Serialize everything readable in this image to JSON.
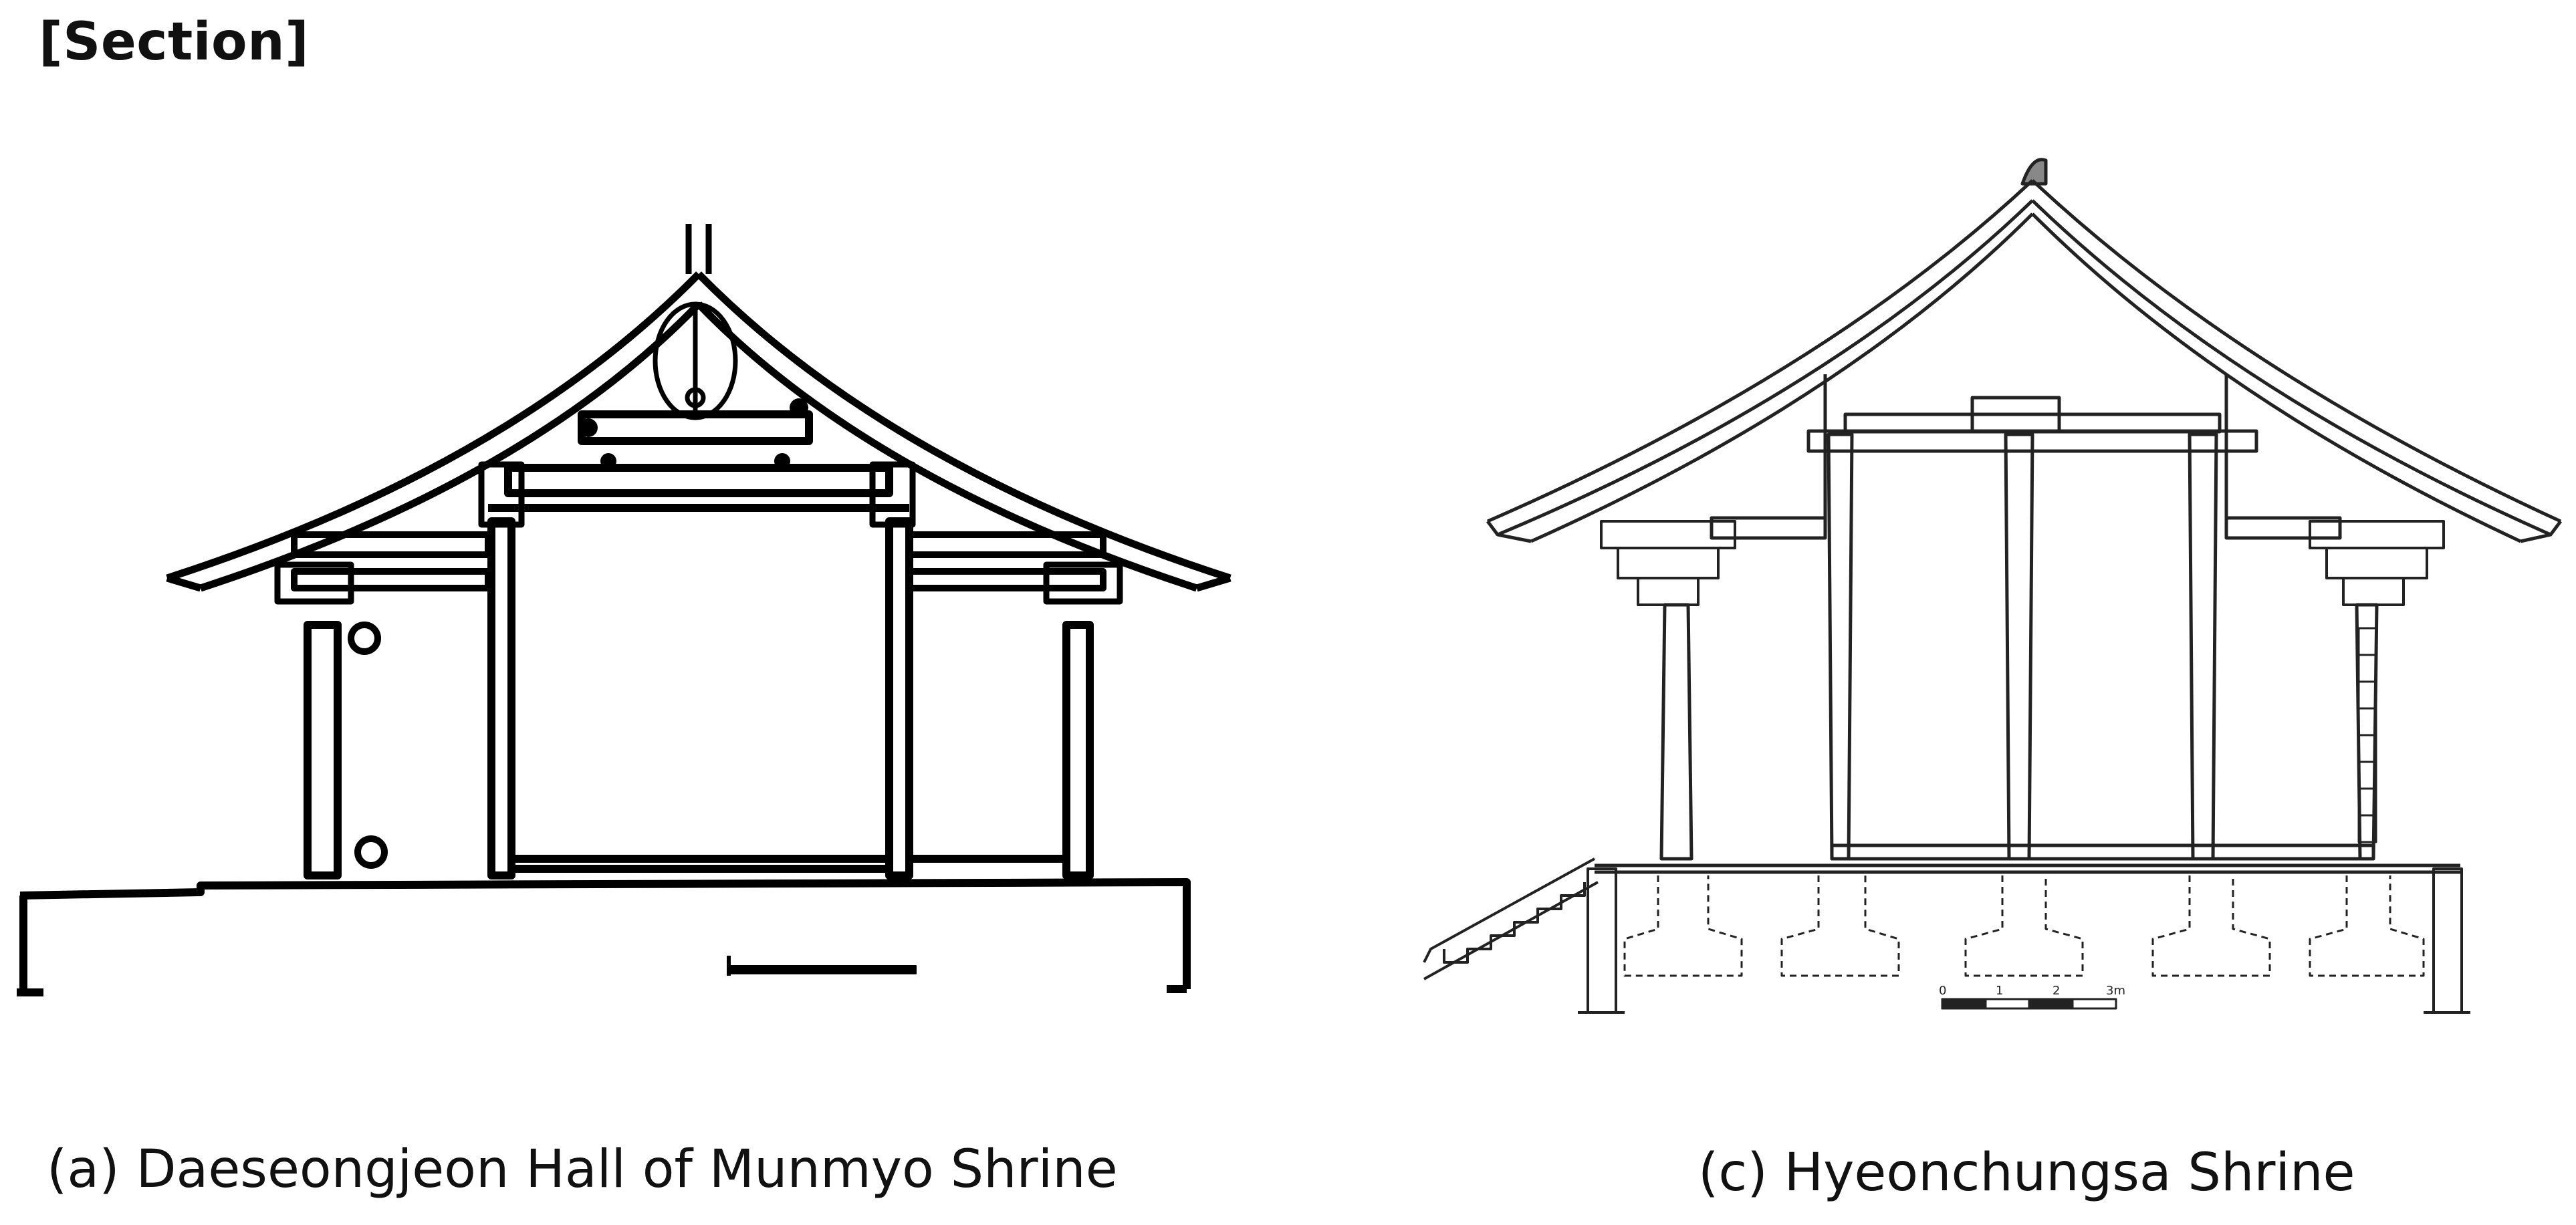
{
  "heading": "[Section]",
  "drawings": [
    {
      "id": "a",
      "caption": "(a) Daeseongjeon Hall of Munmyo Shrine"
    },
    {
      "id": "c",
      "caption": "(c) Hyeonchungsa Shrine"
    }
  ],
  "scale_bar_c": {
    "labels": [
      "0",
      "1",
      "2",
      "3m"
    ]
  }
}
